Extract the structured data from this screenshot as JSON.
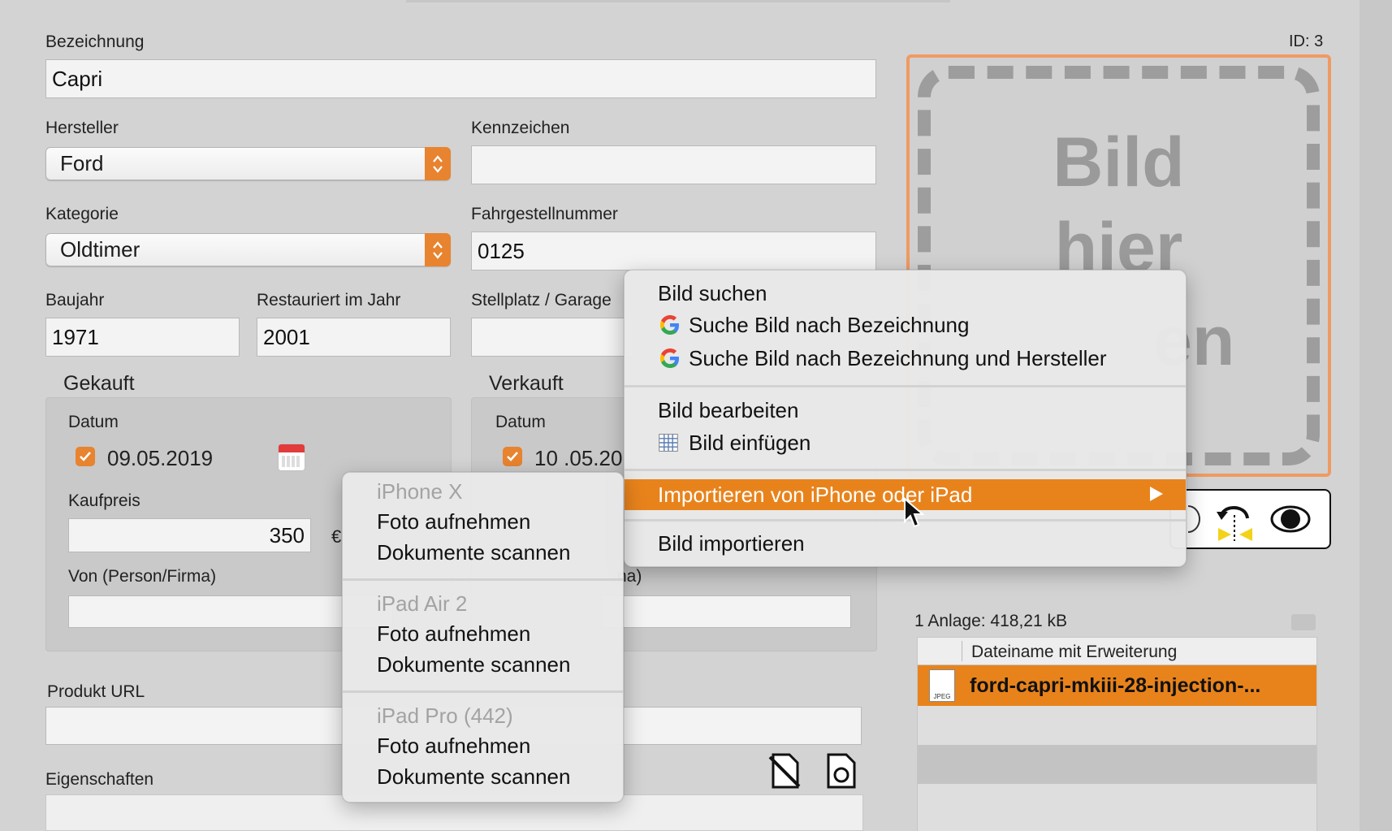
{
  "form": {
    "id_label": "ID: 3",
    "bezeichnung": {
      "label": "Bezeichnung",
      "value": "Capri"
    },
    "hersteller": {
      "label": "Hersteller",
      "value": "Ford"
    },
    "kennzeichen": {
      "label": "Kennzeichen",
      "value": ""
    },
    "kategorie": {
      "label": "Kategorie",
      "value": "Oldtimer"
    },
    "fahrgestellnummer": {
      "label": "Fahrgestellnummer",
      "value": "0125"
    },
    "baujahr": {
      "label": "Baujahr",
      "value": "1971"
    },
    "restauriert": {
      "label": "Restauriert im Jahr",
      "value": "2001"
    },
    "stellplatz": {
      "label": "Stellplatz / Garage",
      "value": ""
    },
    "gekauft": {
      "title": "Gekauft",
      "datum_label": "Datum",
      "datum_value": "09.05.2019",
      "kaufpreis_label": "Kaufpreis",
      "kaufpreis_value": "350",
      "currency": "€",
      "von_label": "Von  (Person/Firma)",
      "von_value": ""
    },
    "verkauft": {
      "title": "Verkauft",
      "datum_label": "Datum",
      "datum_value": "10 .05.20",
      "an_label_tail": "na)",
      "an_value": ""
    },
    "produkt_url": {
      "label": "Produkt URL",
      "value": ""
    },
    "eigenschaften": {
      "label": "Eigenschaften"
    }
  },
  "image_drop": {
    "placeholder_line1": "Bild",
    "placeholder_line2": "hier",
    "placeholder_line3_tail": "en"
  },
  "attachments": {
    "summary": "1 Anlage: 418,21 kB",
    "column_header": "Dateiname mit Erweiterung",
    "rows": [
      {
        "name": "ford-capri-mkiii-28-injection-...",
        "icon_label": "JPEG"
      }
    ]
  },
  "context_menu": {
    "items": [
      {
        "label": "Bild suchen"
      },
      {
        "label": "Suche Bild nach Bezeichnung"
      },
      {
        "label": "Suche Bild nach Bezeichnung und Hersteller"
      },
      {
        "label": "Bild bearbeiten"
      },
      {
        "label": "Bild einfügen"
      },
      {
        "label": "Importieren von iPhone oder iPad"
      },
      {
        "label": "Bild importieren"
      }
    ]
  },
  "submenu": {
    "devices": [
      {
        "name": "iPhone X",
        "actions": [
          "Foto aufnehmen",
          "Dokumente scannen"
        ]
      },
      {
        "name": "iPad Air 2",
        "actions": [
          "Foto aufnehmen",
          "Dokumente scannen"
        ]
      },
      {
        "name": "iPad Pro (442)",
        "actions": [
          "Foto aufnehmen",
          "Dokumente scannen"
        ]
      }
    ]
  },
  "colors": {
    "accent": "#e8831c",
    "background": "#d3d3d3"
  }
}
